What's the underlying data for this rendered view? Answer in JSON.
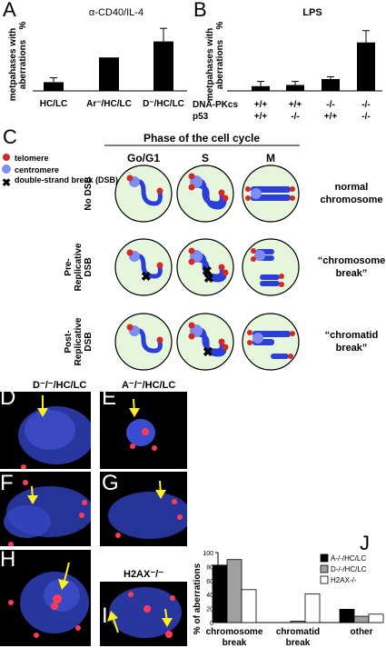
{
  "panel_letters": {
    "A": "A",
    "B": "B",
    "C": "C",
    "D": "D",
    "E": "E",
    "F": "F",
    "G": "G",
    "H": "H",
    "I": "I",
    "J": "J"
  },
  "chart_data": [
    {
      "id": "A",
      "type": "bar",
      "title": "α-CD40/IL-4",
      "ylabel_line1": "metpahases with",
      "ylabel_line2": "aberrations",
      "ylabel_unit": "%",
      "categories": [
        "HC/LC",
        "Ar-/-/HC/LC",
        "D-/-/HC/LC"
      ],
      "category_labels": [
        "HC/LC",
        "Ar⁻/HC/LC",
        "D⁻/HC/LC"
      ],
      "values": [
        6,
        23,
        34
      ],
      "errors": [
        3,
        0,
        9
      ],
      "ylim": [
        0,
        50
      ]
    },
    {
      "id": "B",
      "type": "bar",
      "title": "LPS",
      "ylabel_line1": "metpahases with",
      "ylabel_line2": "aberrations",
      "ylabel_unit": "%",
      "row_labels": [
        "DNA-PKcs",
        "p53"
      ],
      "genotypes": [
        [
          "+/+",
          "+/+"
        ],
        [
          "+/+",
          "-/-"
        ],
        [
          "-/-",
          "+/+"
        ],
        [
          "-/-",
          "-/-"
        ]
      ],
      "values": [
        4,
        5,
        10,
        41
      ],
      "errors": [
        4,
        3,
        2,
        10
      ],
      "ylim": [
        0,
        60
      ]
    },
    {
      "id": "J",
      "type": "bar",
      "ylabel": "% of aberrations",
      "categories": [
        "chromosome break",
        "chromatid break",
        "other"
      ],
      "series": [
        {
          "name": "A-/-/HC/LC",
          "color": "#000000",
          "values": [
            82,
            0,
            19
          ]
        },
        {
          "name": "D-/-/HC/LC",
          "color": "#a0a0a0",
          "values": [
            90,
            2,
            9
          ]
        },
        {
          "name": "H2AX-/-",
          "color": "#ffffff",
          "values": [
            47,
            41,
            12
          ]
        }
      ],
      "yticks": [
        "0",
        "20",
        "40",
        "60",
        "80",
        "100"
      ],
      "ylim": [
        0,
        100
      ]
    }
  ],
  "panelC": {
    "title": "Phase of the cell cycle",
    "phases": [
      "Go/G1",
      "S",
      "M"
    ],
    "legend": [
      "telomere",
      "centromere",
      "double-strand break (DSB)"
    ],
    "rows": [
      {
        "label_lines": [
          "No DSB"
        ],
        "outcome_lines": [
          "normal",
          "chromosome"
        ]
      },
      {
        "label_lines": [
          "Pre-",
          "Replicative",
          "DSB"
        ],
        "outcome_lines": [
          "“chromosome",
          "break”"
        ]
      },
      {
        "label_lines": [
          "Post-",
          "Replicative",
          "DSB"
        ],
        "outcome_lines": [
          "“chromatid",
          "break”"
        ]
      }
    ]
  },
  "micrographs": {
    "D_header": "D⁻/⁻/HC/LC",
    "E_header": "A⁻/⁻/HC/LC",
    "I_header": "H2AX⁻/⁻"
  },
  "colors": {
    "chromosome": "#2b3fd8",
    "telomere": "#d22a2a",
    "centromere": "#7f8df0",
    "cell": "#e6f6dc",
    "arrow": "#ffee22"
  }
}
